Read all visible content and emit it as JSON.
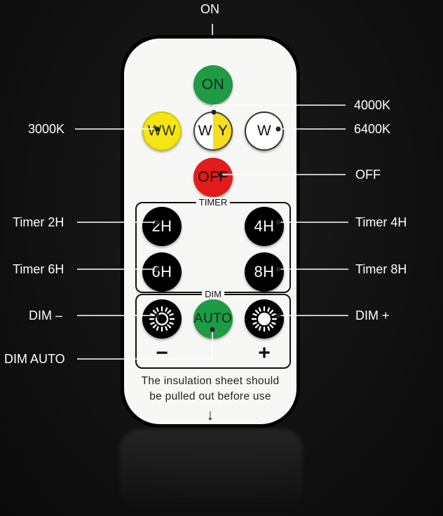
{
  "buttons": {
    "on": "ON",
    "ww": "WW",
    "wy_w": "W",
    "wy_y": "Y",
    "w": "W",
    "off": "OFF",
    "timer_2h": "2H",
    "timer_4h": "4H",
    "timer_6h": "6H",
    "timer_8h": "8H",
    "auto": "AUTO"
  },
  "sections": {
    "timer": "TIMER",
    "dim": "DIM",
    "minus": "−",
    "plus": "+"
  },
  "note": {
    "line1": "The insulation sheet should",
    "line2": "be pulled out before use",
    "arrow": "↓"
  },
  "callouts": {
    "on": "ON",
    "k4000": "4000K",
    "k3000": "3000K",
    "k6400": "6400K",
    "off": "OFF",
    "timer2h": "Timer 2H",
    "timer4h": "Timer 4H",
    "timer6h": "Timer 6H",
    "timer8h": "Timer 8H",
    "dim_minus": "DIM –",
    "dim_plus": "DIM +",
    "dim_auto": "DIM AUTO"
  },
  "colors": {
    "background": "#121212",
    "remote_body": "#f7f7f5",
    "on_green": "#1f9a45",
    "warm_yellow": "#f3e516",
    "off_red": "#e21b1b",
    "callout_line": "#ffffff"
  },
  "icons": {
    "dim_minus": "sun-outline-icon",
    "dim_plus": "sun-filled-icon",
    "insert_arrow": "down-arrow-icon"
  }
}
